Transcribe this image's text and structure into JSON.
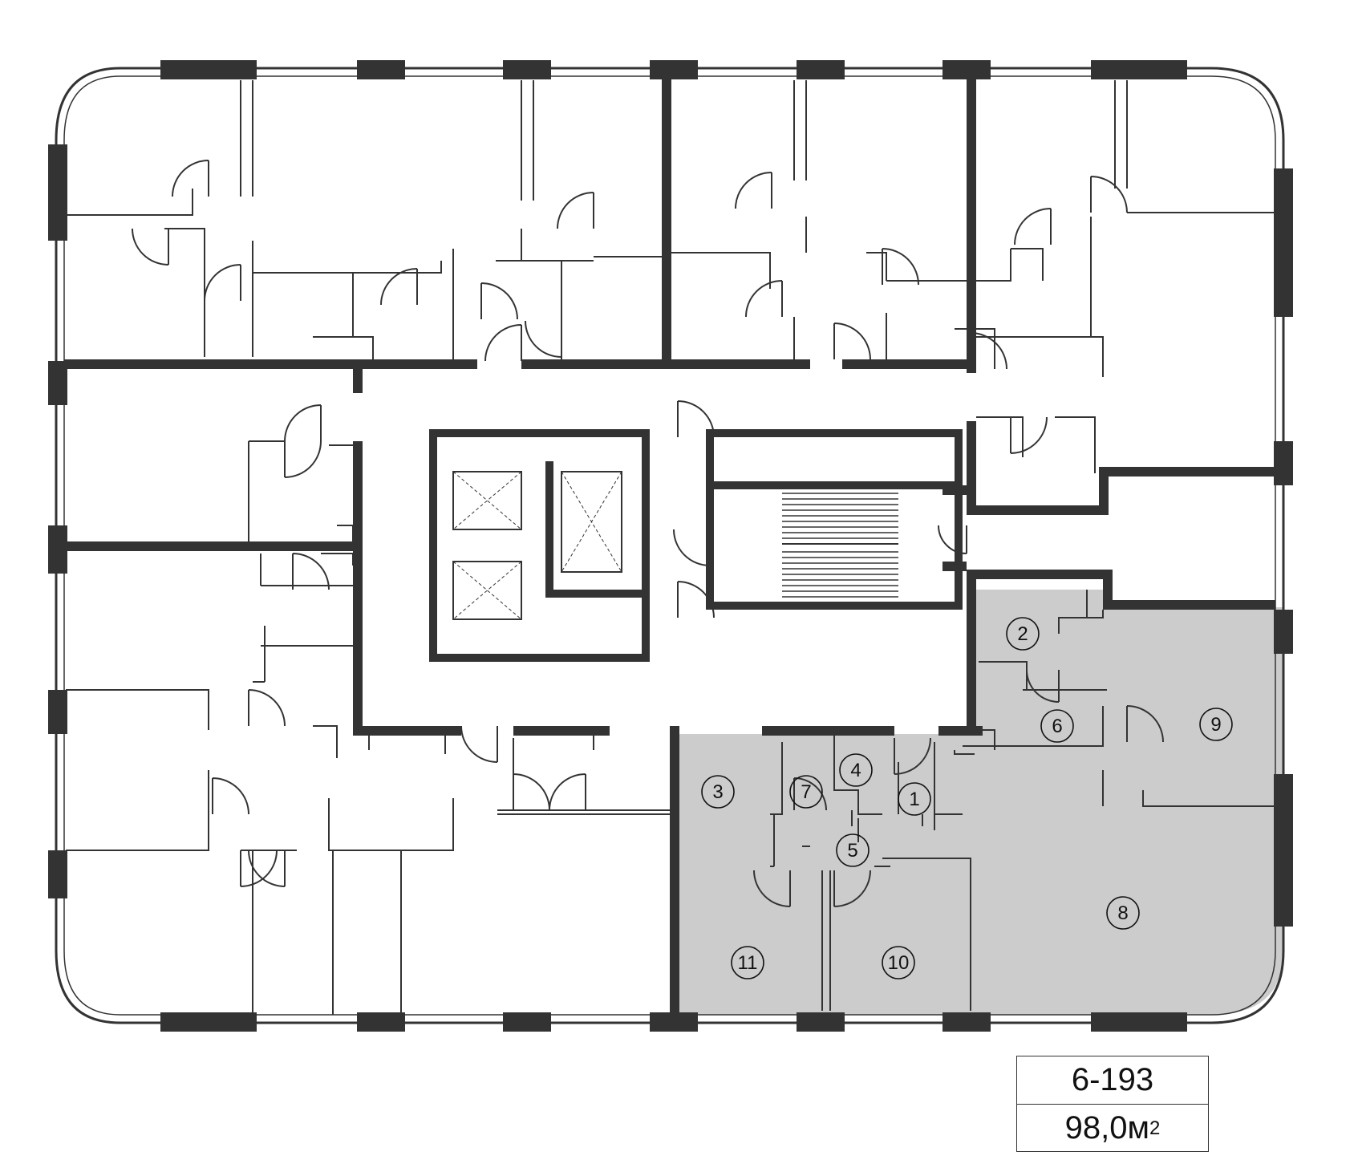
{
  "apartment": {
    "number": "6-193",
    "area_value": "98,0",
    "area_unit": "м",
    "area_unit_power": "2",
    "highlight_color": "#cccccc",
    "wall_color": "#333333"
  },
  "rooms": [
    "1",
    "2",
    "3",
    "4",
    "5",
    "6",
    "7",
    "8",
    "9",
    "10",
    "11"
  ]
}
